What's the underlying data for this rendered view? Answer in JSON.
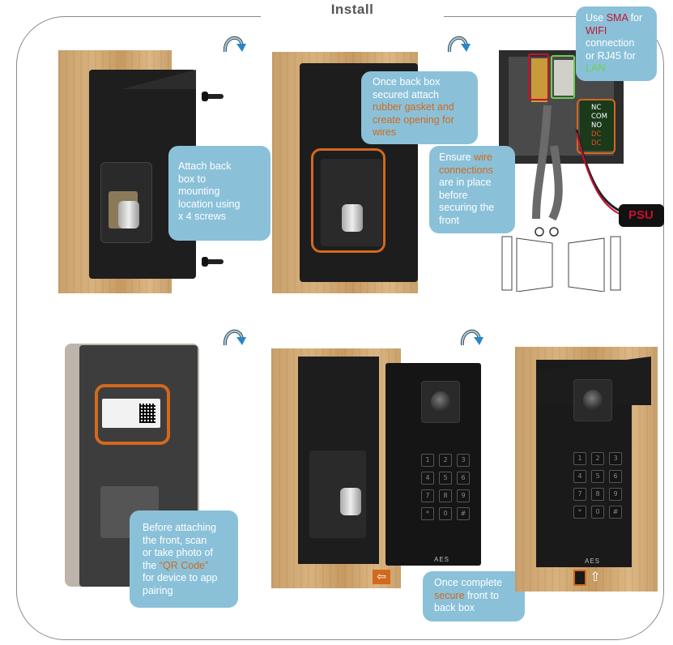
{
  "title": "Install",
  "step1": {
    "lines": [
      "Attach back",
      "box to",
      "mounting",
      "location using",
      "x 4 screws"
    ]
  },
  "step2": {
    "lines": [
      [
        {
          "t": "Once back box"
        }
      ],
      [
        {
          "t": "secured attach"
        }
      ],
      [
        {
          "t": "rubber gasket and",
          "c": "orange"
        }
      ],
      [
        {
          "t": "create opening for",
          "c": "orange"
        }
      ],
      [
        {
          "t": "wires",
          "c": "orange"
        }
      ]
    ]
  },
  "step3_wires": {
    "lines": [
      [
        {
          "t": "Ensure "
        },
        {
          "t": "wire",
          "c": "orange"
        }
      ],
      [
        {
          "t": "connections",
          "c": "orange"
        }
      ],
      [
        {
          "t": "are in place"
        }
      ],
      [
        {
          "t": "before"
        }
      ],
      [
        {
          "t": "securing the"
        }
      ],
      [
        {
          "t": "front"
        }
      ]
    ]
  },
  "step3_network": {
    "lines": [
      [
        {
          "t": "Use "
        },
        {
          "t": "SMA",
          "c": "red"
        },
        {
          "t": " for"
        }
      ],
      [
        {
          "t": "WIFI",
          "c": "red"
        }
      ],
      [
        {
          "t": "connection"
        }
      ],
      [
        {
          "t": "or RJ45 for"
        }
      ],
      [
        {
          "t": "LAN",
          "c": "green"
        }
      ]
    ]
  },
  "terminals": [
    "NC",
    "COM",
    "NO",
    "DC",
    "DC"
  ],
  "psu_label": "PSU",
  "step4": {
    "lines": [
      [
        {
          "t": "Before attaching"
        }
      ],
      [
        {
          "t": "the front, scan"
        }
      ],
      [
        {
          "t": "or take photo of"
        }
      ],
      [
        {
          "t": "the "
        },
        {
          "t": "“QR Code”",
          "c": "orange"
        }
      ],
      [
        {
          "t": "for device to app"
        }
      ],
      [
        {
          "t": "pairing"
        }
      ]
    ]
  },
  "step6": {
    "lines": [
      [
        {
          "t": "Once complete"
        }
      ],
      [
        {
          "t": "secure",
          "c": "orange"
        },
        {
          "t": " front to"
        }
      ],
      [
        {
          "t": "back box"
        }
      ]
    ]
  },
  "device_brand": "AES",
  "keypad": [
    "1",
    "2",
    "3",
    "4",
    "5",
    "6",
    "7",
    "8",
    "9",
    "*",
    "0",
    "#"
  ],
  "colors": {
    "bubble": "#8ac1d9",
    "accent": "#d2691e",
    "sma": "#c8102e",
    "lan": "#6bd14f",
    "frame": "#8a8a8a"
  },
  "icons": [
    "rotate-cw-icon",
    "rotate-cw-icon",
    "rotate-cw-icon",
    "rotate-cw-icon",
    "arrow-left-icon",
    "arrow-up-icon"
  ]
}
